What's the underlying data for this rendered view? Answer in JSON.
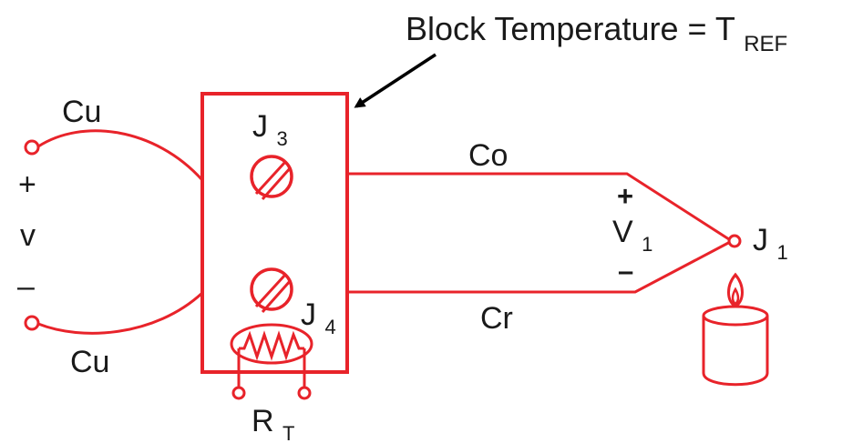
{
  "title": {
    "main": "Block Temperature = T",
    "subscript": "REF"
  },
  "labels": {
    "cu_top": "Cu",
    "cu_bottom": "Cu",
    "plus": "+",
    "v": "v",
    "minus": "–",
    "j3_main": "J",
    "j3_sub": "3",
    "j4_main": "J",
    "j4_sub": "4",
    "co": "Co",
    "cr": "Cr",
    "v1_main": "V",
    "v1_sub": "1",
    "j1_main": "J",
    "j1_sub": "1",
    "rt_main": "R",
    "rt_sub": "T"
  },
  "colors": {
    "wire": "#e8232a",
    "text": "#1a1a1a",
    "arrow": "#000000",
    "background": "#ffffff"
  },
  "icons": {
    "terminal": "terminal-screw-icon",
    "resistor": "thermistor-icon",
    "candle": "candle-icon",
    "junction": "junction-dot-icon"
  }
}
